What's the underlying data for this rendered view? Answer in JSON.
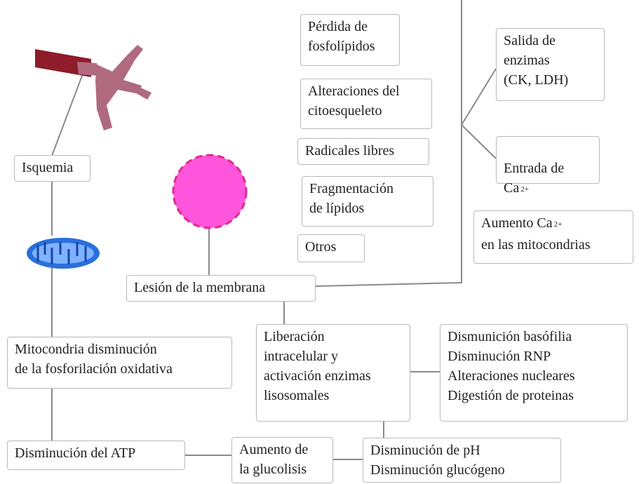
{
  "colors": {
    "connector": "#8a8a8a",
    "box_border": "#b9b9b9",
    "artery_dark": "#8e1c2a",
    "artery_light": "#b06a80",
    "cell_fill": "#ff55dd",
    "cell_border": "#e02a8a",
    "mito_blue": "#2b6fdc"
  },
  "icons": {
    "artery": "artery-icon",
    "mitochondria": "mitochondria-icon",
    "cell": "cell-membrane-icon"
  },
  "nodes": {
    "isquemia": "Isquemia",
    "mitocondria": "Mitocondria disminución\nde la fosforilación oxidativa",
    "atp": "Disminución del ATP",
    "glucolisis": "Aumento de\nla glucolisis",
    "ph": "Disminución de pH\nDisminución glucógeno",
    "liberacion": "Liberación\nintracelular y\nactivación enzimas\nlisosomales",
    "dismunicion": "Dismunición basófilia\nDisminución RNP\nAlteraciones nucleares\nDigestión de proteinas",
    "lesion": "Lesión de la membrana",
    "perdida": "Pérdida de\nfosfolípidos",
    "alteraciones": "Alteraciones del\ncitoesqueleto",
    "radicales": "Radicales libres",
    "fragmentacion": "Fragmentación\nde lípidos",
    "otros": "Otros",
    "salida": "Salida de\nenzimas\n(CK, LDH)",
    "entrada_text": "Entrada de\nCa",
    "entrada_sup": "2+",
    "aumento_ca_text": "Aumento Ca",
    "aumento_ca_sup": "2+",
    "aumento_ca_rest": "en las mitocondrias"
  }
}
